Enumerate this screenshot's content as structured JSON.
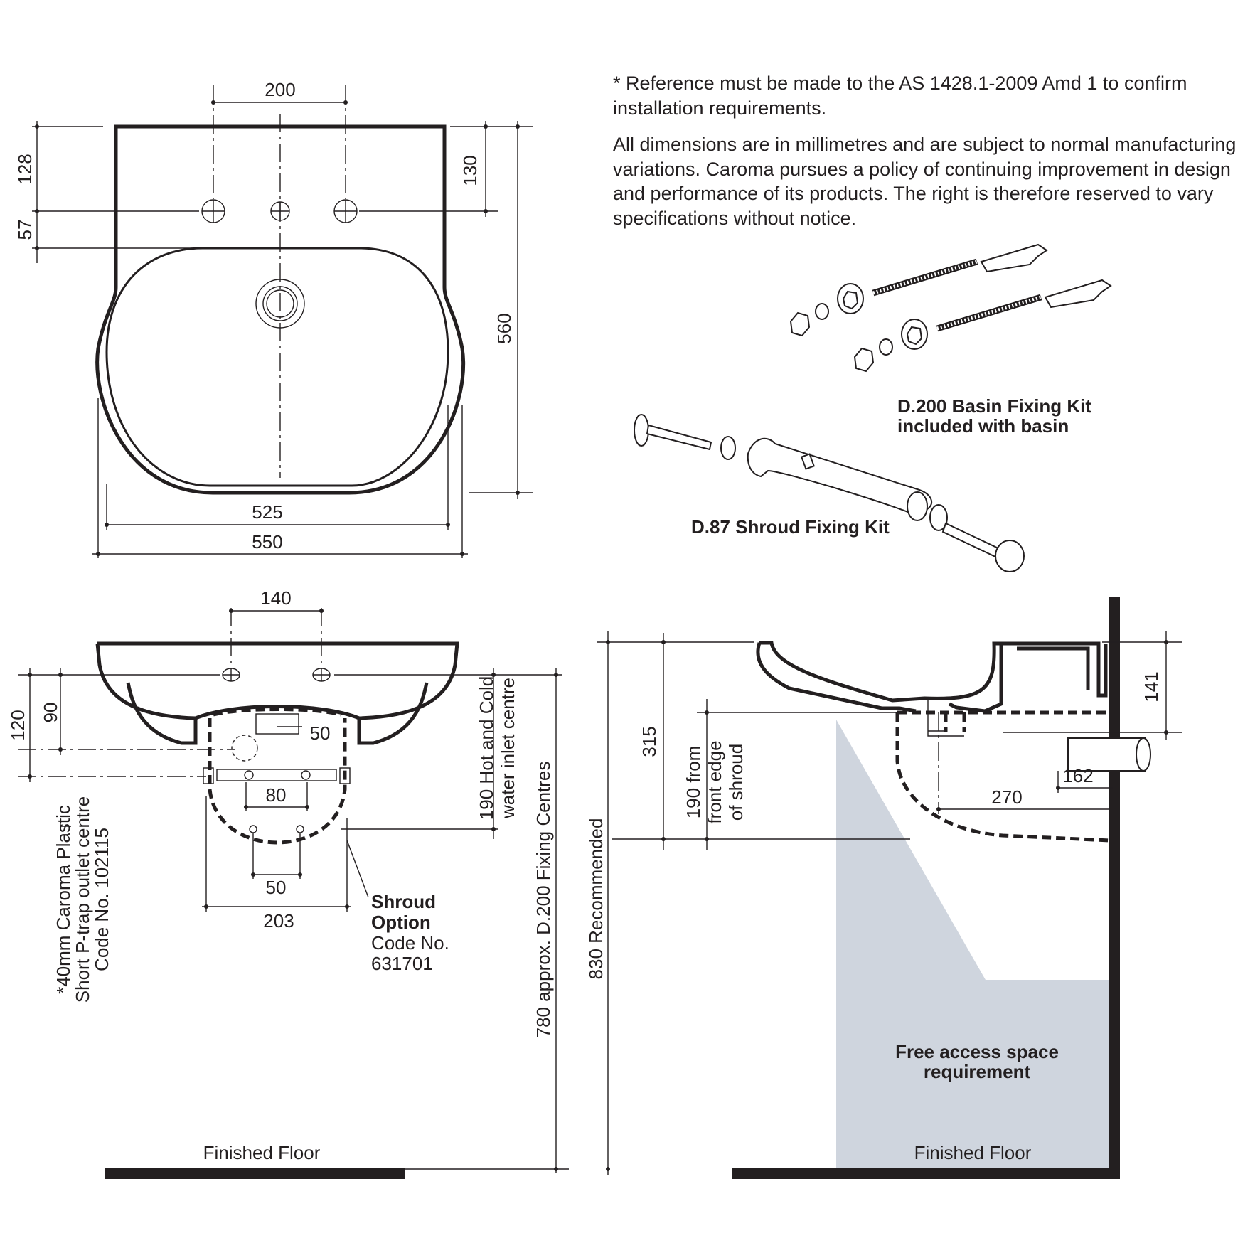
{
  "notes": {
    "reference": "* Reference must be made to the AS 1428.1-2009 Amd 1 to confirm installation requirements.",
    "dimensions": "All dimensions are in millimetres and are subject to normal manufacturing variations. Caroma pursues a policy of continuing improvement in design and performance of its products. The right is therefore reserved to vary specifications without notice."
  },
  "plan_view": {
    "dim_tap_centres": "200",
    "dim_back_to_tap": "128",
    "dim_tap_to_bowl": "57",
    "dim_back_to_tap_right": "130",
    "dim_depth": "560",
    "dim_bowl_width": "525",
    "dim_overall_width": "550"
  },
  "kits": {
    "basin_fixing_line1": "D.200 Basin Fixing Kit",
    "basin_fixing_line2": "included with basin",
    "shroud_fixing": "D.87 Shroud Fixing Kit"
  },
  "front_view": {
    "dim_tap_centres": "140",
    "dim_120": "120",
    "dim_90": "90",
    "dim_50_top": "50",
    "dim_80": "80",
    "dim_50_bottom": "50",
    "dim_203": "203",
    "trap_note_line1": "*40mm Caroma Plastic",
    "trap_note_line2": "Short P-trap outlet centre",
    "trap_note_line3": "Code No. 102115",
    "inlet_note_line1": "190 Hot and Cold",
    "inlet_note_line2": "water inlet centre",
    "fixing_centres": "780 approx. D.200 Fixing Centres",
    "shroud_title_line1": "Shroud",
    "shroud_title_line2": "Option",
    "shroud_code_line1": "Code No.",
    "shroud_code_line2": "631701",
    "floor_label": "Finished Floor"
  },
  "side_view": {
    "dim_830": "830 Recommended",
    "dim_315": "315",
    "shroud_note_line1": "190 from",
    "shroud_note_line2": "front edge",
    "shroud_note_line3": "of shroud",
    "dim_141": "141",
    "dim_162": "162",
    "dim_270": "270",
    "access_line1": "Free access space",
    "access_line2": "requirement",
    "floor_label": "Finished Floor",
    "access_color": "#cfd5de"
  }
}
